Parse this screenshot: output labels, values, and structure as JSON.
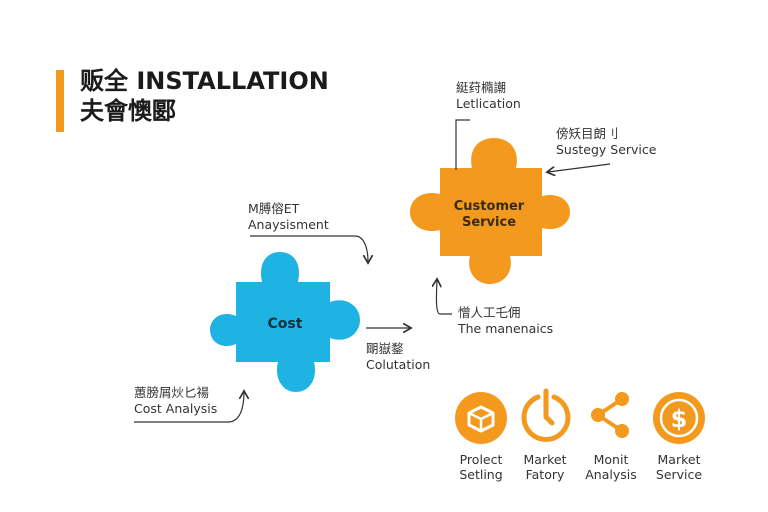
{
  "header": {
    "title_line1": "贩全 INSTALLATION",
    "title_line2": "夫會懊郾"
  },
  "puzzle": {
    "customer_line1": "Customer",
    "customer_line2": "Service",
    "cost": "Cost"
  },
  "labels": {
    "top_right_a": {
      "l1": "綎荮橢謿",
      "l2": "Letlication"
    },
    "top_right_b": {
      "l1": "傍矨目朗刂",
      "l2": "Sustegy Service"
    },
    "mid_left": {
      "l1": "M膊傛ET",
      "l2": "Anaysisment"
    },
    "below_customer": {
      "l1": "憎人工乇佣",
      "l2": "The manenaics"
    },
    "right_of_cost": {
      "l1": "朙嶽鍪",
      "l2": "Colutation"
    },
    "bottom_left": {
      "l1": "蕙膀屑炏匕禓",
      "l2": "Cost Analysis"
    }
  },
  "icons": [
    {
      "name": "box",
      "l1": "Prolect",
      "l2": "Setling"
    },
    {
      "name": "timer",
      "l1": "Market",
      "l2": "Fatory"
    },
    {
      "name": "share",
      "l1": "Monit",
      "l2": "Analysis"
    },
    {
      "name": "dollar",
      "l1": "Market",
      "l2": "Service"
    }
  ],
  "colors": {
    "accent": "#f39a1e",
    "blue": "#1fb3e3",
    "orange": "#f39a1e"
  }
}
